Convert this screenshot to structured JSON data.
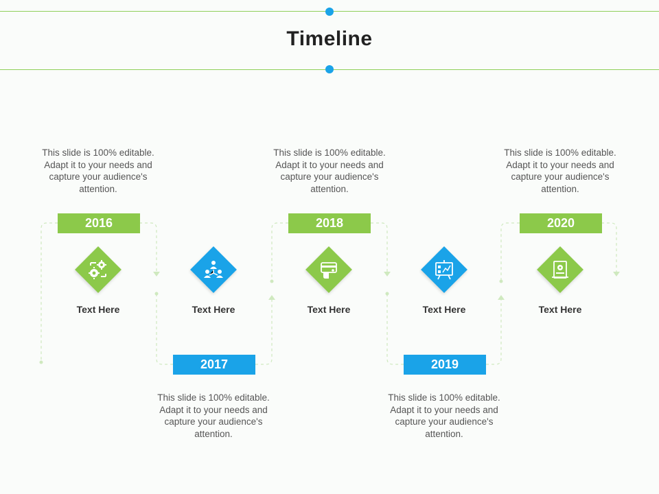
{
  "title": "Timeline",
  "colors": {
    "green": "#8cc94a",
    "blue": "#1aa3e8",
    "line": "#8fcf5a"
  },
  "milestones": [
    {
      "year": "2016",
      "label": "Text Here",
      "description": "This slide is 100% editable. Adapt it to your needs and capture your audience's attention.",
      "icon": "gears-cycle-icon",
      "color": "green"
    },
    {
      "year": "2017",
      "label": "Text Here",
      "description": "This slide is 100% editable. Adapt it to your needs and capture your audience's attention.",
      "icon": "people-network-icon",
      "color": "blue"
    },
    {
      "year": "2018",
      "label": "Text Here",
      "description": "This slide is 100% editable. Adapt it to your needs and capture your audience's attention.",
      "icon": "card-hand-icon",
      "color": "green"
    },
    {
      "year": "2019",
      "label": "Text Here",
      "description": "This slide is 100% editable. Adapt it to your needs and capture your audience's attention.",
      "icon": "presentation-board-icon",
      "color": "blue"
    },
    {
      "year": "2020",
      "label": "Text Here",
      "description": "This slide is 100% editable. Adapt it to your needs and capture your audience's attention.",
      "icon": "document-badge-icon",
      "color": "green"
    }
  ]
}
